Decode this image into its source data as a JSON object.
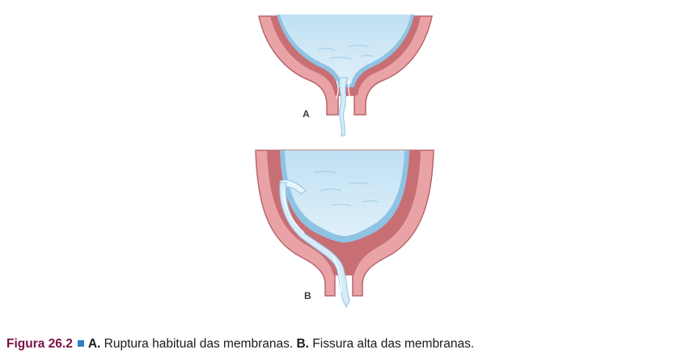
{
  "figure": {
    "panels": [
      {
        "label": "A"
      },
      {
        "label": "B"
      }
    ]
  },
  "caption": {
    "figure_number": "Figura 26.2",
    "part_a_label": "A.",
    "part_a_text": "Ruptura habitual das membranas.",
    "part_b_label": "B.",
    "part_b_text": "Fissura alta das membranas."
  },
  "colors": {
    "uterine_wall": "#e9a3a6",
    "wall_outline": "#b8656a",
    "inner_wall": "#c86f74",
    "amniotic_fluid": "#cfe8f5",
    "membrane": "#8fc3e4",
    "caption_number": "#7b1245",
    "caption_square": "#2f7fc4"
  }
}
